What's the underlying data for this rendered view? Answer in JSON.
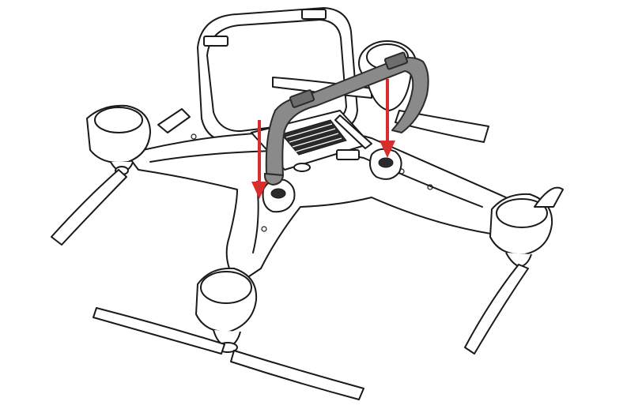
{
  "diagram": {
    "colors": {
      "line": "#1a1a1a",
      "body": "#ffffff",
      "handle": "#8a8a8a",
      "handle_edge": "#2b2b2b",
      "arrow": "#d62d2d"
    },
    "parts": [
      "drone-body",
      "propeller",
      "motor",
      "carry-handle",
      "mounting-socket",
      "gimbal-frame"
    ],
    "arrows": [
      {
        "name": "insert-arrow-left",
        "direction": "down"
      },
      {
        "name": "insert-arrow-right",
        "direction": "down"
      }
    ]
  }
}
